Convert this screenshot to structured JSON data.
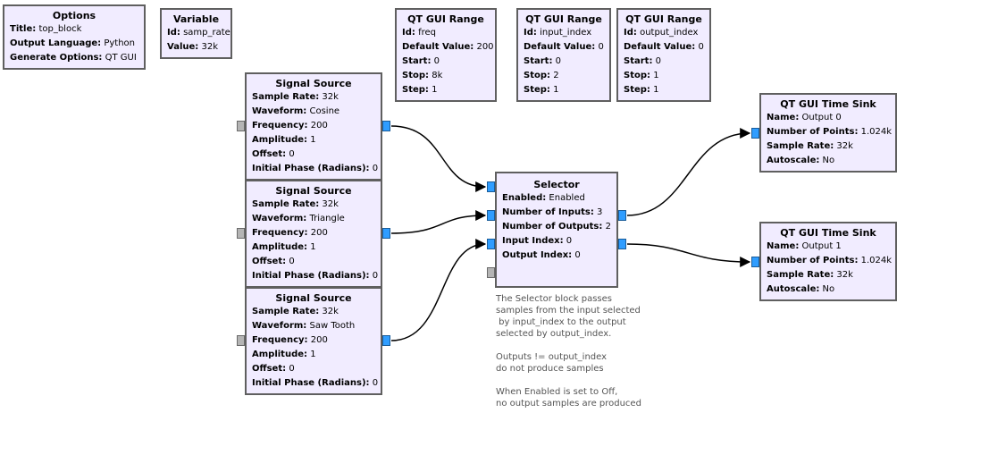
{
  "colors": {
    "block_fill": "#f1ecff",
    "block_border": "#5f5f5f",
    "port_stream": "#2f9dff",
    "port_message": "#b4b4b4",
    "wire": "#000000"
  },
  "blocks": {
    "options": {
      "title": "Options",
      "rows": [
        {
          "k": "Title:",
          "v": "top_block"
        },
        {
          "k": "Output Language:",
          "v": "Python"
        },
        {
          "k": "Generate Options:",
          "v": "QT GUI"
        }
      ]
    },
    "variable": {
      "title": "Variable",
      "rows": [
        {
          "k": "Id:",
          "v": "samp_rate"
        },
        {
          "k": "Value:",
          "v": "32k"
        }
      ]
    },
    "range_freq": {
      "title": "QT GUI Range",
      "rows": [
        {
          "k": "Id:",
          "v": "freq"
        },
        {
          "k": "Default Value:",
          "v": "200"
        },
        {
          "k": "Start:",
          "v": "0"
        },
        {
          "k": "Stop:",
          "v": "8k"
        },
        {
          "k": "Step:",
          "v": "1"
        }
      ]
    },
    "range_input": {
      "title": "QT GUI Range",
      "rows": [
        {
          "k": "Id:",
          "v": "input_index"
        },
        {
          "k": "Default Value:",
          "v": "0"
        },
        {
          "k": "Start:",
          "v": "0"
        },
        {
          "k": "Stop:",
          "v": "2"
        },
        {
          "k": "Step:",
          "v": "1"
        }
      ]
    },
    "range_output": {
      "title": "QT GUI Range",
      "rows": [
        {
          "k": "Id:",
          "v": "output_index"
        },
        {
          "k": "Default Value:",
          "v": "0"
        },
        {
          "k": "Start:",
          "v": "0"
        },
        {
          "k": "Stop:",
          "v": "1"
        },
        {
          "k": "Step:",
          "v": "1"
        }
      ]
    },
    "sig1": {
      "title": "Signal Source",
      "rows": [
        {
          "k": "Sample Rate:",
          "v": "32k"
        },
        {
          "k": "Waveform:",
          "v": "Cosine"
        },
        {
          "k": "Frequency:",
          "v": "200"
        },
        {
          "k": "Amplitude:",
          "v": "1"
        },
        {
          "k": "Offset:",
          "v": "0"
        },
        {
          "k": "Initial Phase (Radians):",
          "v": "0"
        }
      ]
    },
    "sig2": {
      "title": "Signal Source",
      "rows": [
        {
          "k": "Sample Rate:",
          "v": "32k"
        },
        {
          "k": "Waveform:",
          "v": "Triangle"
        },
        {
          "k": "Frequency:",
          "v": "200"
        },
        {
          "k": "Amplitude:",
          "v": "1"
        },
        {
          "k": "Offset:",
          "v": "0"
        },
        {
          "k": "Initial Phase (Radians):",
          "v": "0"
        }
      ]
    },
    "sig3": {
      "title": "Signal Source",
      "rows": [
        {
          "k": "Sample Rate:",
          "v": "32k"
        },
        {
          "k": "Waveform:",
          "v": "Saw Tooth"
        },
        {
          "k": "Frequency:",
          "v": "200"
        },
        {
          "k": "Amplitude:",
          "v": "1"
        },
        {
          "k": "Offset:",
          "v": "0"
        },
        {
          "k": "Initial Phase (Radians):",
          "v": "0"
        }
      ]
    },
    "selector": {
      "title": "Selector",
      "rows": [
        {
          "k": "Enabled:",
          "v": "Enabled"
        },
        {
          "k": "Number of Inputs:",
          "v": "3"
        },
        {
          "k": "Number of Outputs:",
          "v": "2"
        },
        {
          "k": "Input Index:",
          "v": "0"
        },
        {
          "k": "Output Index:",
          "v": "0"
        }
      ]
    },
    "sink0": {
      "title": "QT GUI Time Sink",
      "rows": [
        {
          "k": "Name:",
          "v": "Output 0"
        },
        {
          "k": "Number of Points:",
          "v": "1.024k"
        },
        {
          "k": "Sample Rate:",
          "v": "32k"
        },
        {
          "k": "Autoscale:",
          "v": "No"
        }
      ]
    },
    "sink1": {
      "title": "QT GUI Time Sink",
      "rows": [
        {
          "k": "Name:",
          "v": "Output 1"
        },
        {
          "k": "Number of Points:",
          "v": "1.024k"
        },
        {
          "k": "Sample Rate:",
          "v": "32k"
        },
        {
          "k": "Autoscale:",
          "v": "No"
        }
      ]
    }
  },
  "comment": "The Selector block passes\nsamples from the input selected\n by input_index to the output\nselected by output_index.\n\nOutputs != output_index\ndo not produce samples\n\nWhen Enabled is set to Off,\nno output samples are produced"
}
